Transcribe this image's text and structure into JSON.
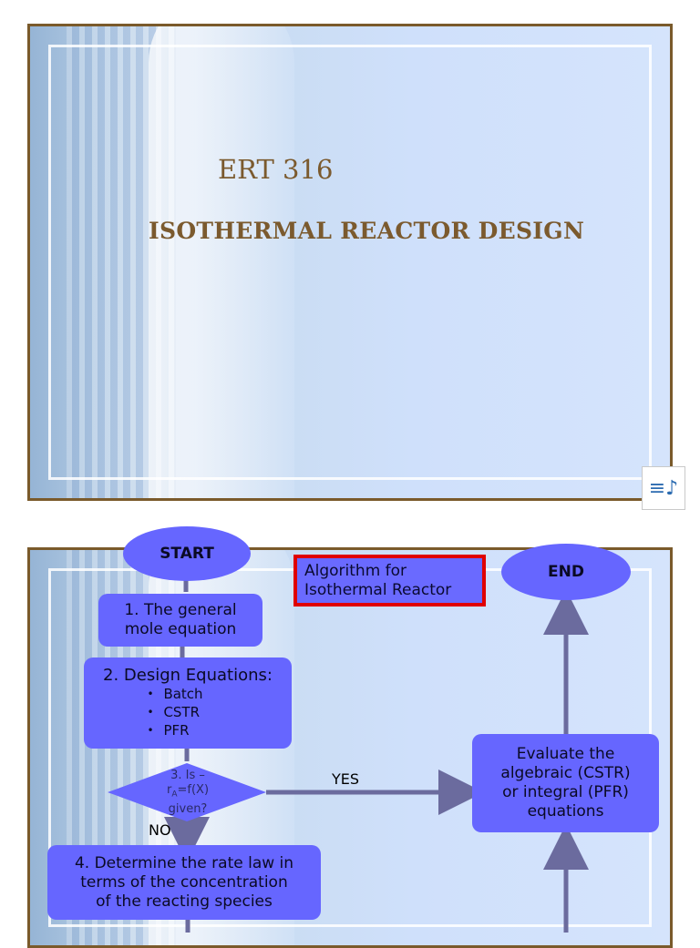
{
  "slide1": {
    "course_code": "ERT 316",
    "title": "ISOTHERMAL REACTOR DESIGN",
    "notes_icon": "notes-music-icon"
  },
  "slide2": {
    "start": "START",
    "end": "END",
    "caption_line1": "Algorithm for",
    "caption_line2": "Isothermal Reactor",
    "step1_line1": "1. The general",
    "step1_line2": "mole equation",
    "step2_title": "2. Design Equations:",
    "step2_items": [
      "Batch",
      "CSTR",
      "PFR"
    ],
    "step3_line1": "3. Is –",
    "step3_r": "r",
    "step3_sub": "A",
    "step3_eq": "=f(X)",
    "step3_line3": "given?",
    "yes_label": "YES",
    "no_label": "NO",
    "step4_line1": "4. Determine the rate law in",
    "step4_line2": "terms of the concentration",
    "step4_line3": "of the reacting species",
    "evaluate_line1": "Evaluate the",
    "evaluate_line2": "algebraic (CSTR)",
    "evaluate_line3": "or integral (PFR)",
    "evaluate_line4": "equations",
    "arrow_color": "#6b6b9e",
    "node_color": "#6666ff",
    "caption_border_color": "#e00000"
  }
}
